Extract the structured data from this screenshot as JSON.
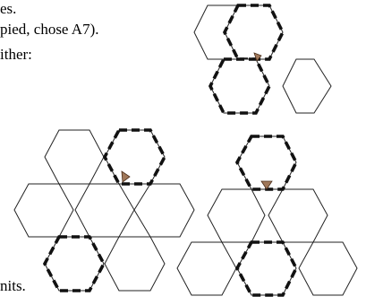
{
  "document": {
    "lines": [
      "es.",
      "pied, chose A7).",
      "ither:",
      "nits."
    ]
  },
  "figures": {
    "top_cluster": {
      "hex_count": 4,
      "highlighted_hex_count": 2,
      "marker": "unit-marker-icon"
    },
    "bottom_left_cluster": {
      "hex_count": 7,
      "highlighted_hex_count": 2,
      "marker": "unit-marker-icon"
    },
    "bottom_right_cluster": {
      "hex_count": 6,
      "highlighted_hex_count": 2,
      "marker": "unit-marker-icon"
    },
    "colors": {
      "marker_fill": "#a0785a",
      "line": "#000000"
    }
  }
}
